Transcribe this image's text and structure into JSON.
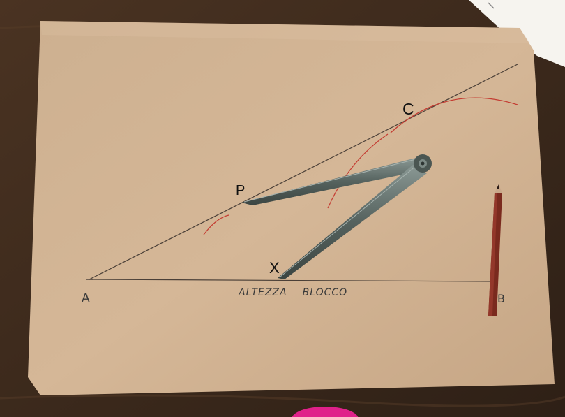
{
  "labels": {
    "point_a": "A",
    "point_b": "B",
    "point_c": "C",
    "point_p": "P",
    "point_x": "X",
    "caption_word1": "ALTEZZA",
    "caption_word2": "BLOCCO"
  },
  "colors": {
    "cardboard": "#d2b394",
    "table": "#3c2a1e",
    "pencil_line": "#4a3f37",
    "red_arcs": "#c43c32",
    "compass_metal": "#5d6a66",
    "pencil_body": "#7a2a1e",
    "paper": "#f6f4ef",
    "pink_object": "#e0218a"
  },
  "icons": {
    "compass": "drawing-compass-icon",
    "pencil": "red-pencil-icon"
  }
}
